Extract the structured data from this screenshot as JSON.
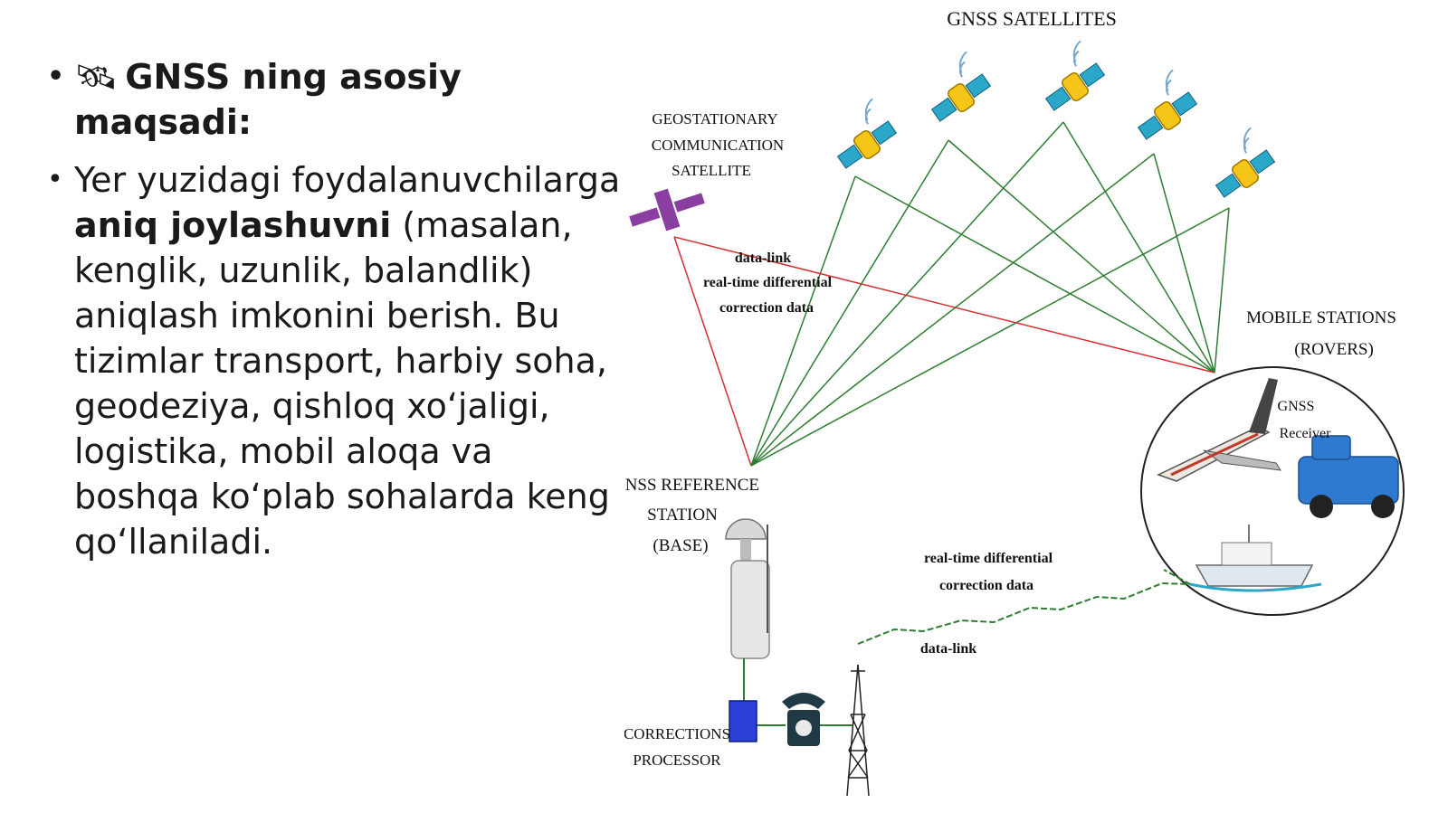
{
  "text_panel": {
    "heading": "GNSS ning asosiy maqsadi:",
    "heading_icon": "satellite-icon",
    "body_part1": "Yer yuzidagi foydalanuvchilarga ",
    "body_bold": "aniq joylashuvni",
    "body_part2": " (masalan, kenglik, uzunlik, balandlik) aniqlash imkonini berish. Bu tizimlar transport, harbiy soha, geodeziya, qishloq xo‘jaligi, logistika, mobil aloqa va boshqa ko‘plab sohalarda keng qo‘llaniladi."
  },
  "diagram": {
    "satellites_label": "GNSS SATELLITES",
    "geo_label_1": "GEOSTATIONARY",
    "geo_label_2": "COMMUNICATION",
    "geo_label_3": "SATELLITE",
    "uplink_1": "data-link",
    "uplink_2": "real-time differential",
    "uplink_3": "correction data",
    "mobile_label_1": "MOBILE STATIONS",
    "mobile_label_2": "(ROVERS)",
    "receiver_1": "GNSS",
    "receiver_2": "Receiver",
    "base_label_1": "GNSS REFERENCE",
    "base_label_2": "STATION",
    "base_label_3": "(BASE)",
    "radio_1": "real-time differential",
    "radio_2": "correction data",
    "radio_3": "data-link",
    "processor_1": "CORRECTIONS",
    "processor_2": "PROCESSOR"
  },
  "colors": {
    "green_link": "#2e7d32",
    "red_link": "#d32f2f",
    "satellite_body": "#f5c518",
    "satellite_panel": "#2aa7c9",
    "geo_satellite": "#8a3fa0",
    "processor": "#2a3fd6",
    "truck": "#2f7ad1"
  }
}
